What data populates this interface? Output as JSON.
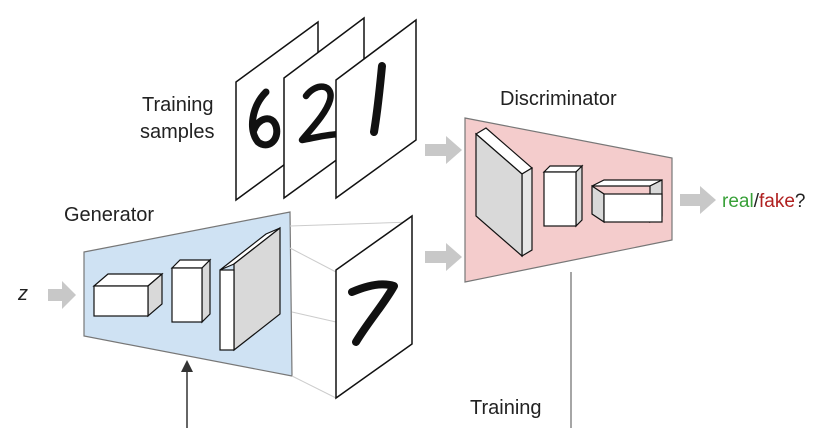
{
  "labels": {
    "training_samples_line1": "Training",
    "training_samples_line2": "samples",
    "discriminator": "Discriminator",
    "generator": "Generator",
    "z": "z",
    "real": "real",
    "slash": "/",
    "fake": "fake",
    "question": "?",
    "training": "Training"
  },
  "digits": {
    "training_samples": [
      "6",
      "2",
      "1"
    ],
    "generated": "7"
  },
  "colors": {
    "generator_fill": "#cfe2f3",
    "discriminator_fill": "#f4cccc",
    "arrow": "#c8c8c8",
    "real": "#38a038",
    "fake": "#b02020",
    "text": "#222222"
  }
}
